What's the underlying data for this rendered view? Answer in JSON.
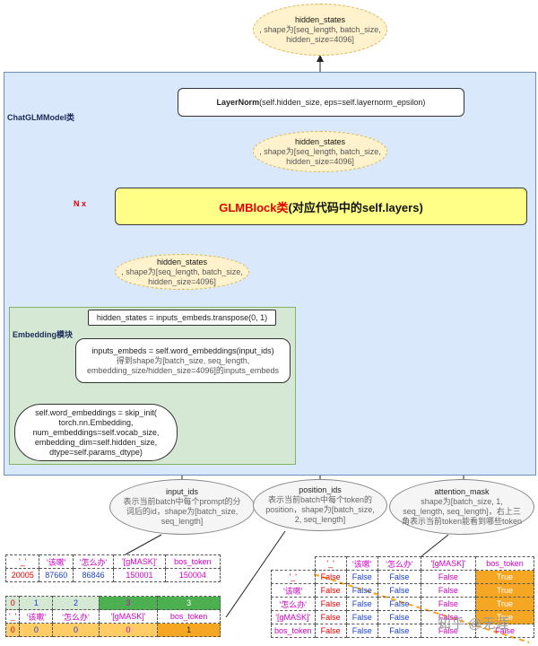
{
  "top_hidden_states": {
    "title": "hidden_states",
    "desc": ", shape为[seq_length, batch_size, hidden_size=4096]"
  },
  "model_region": {
    "title": "ChatGLMModel类"
  },
  "layernorm": {
    "bold": "LayerNorm",
    "rest": "(self.hidden_size, eps=self.layernorm_epsilon)"
  },
  "mid_hidden_states": {
    "title": "hidden_states",
    "desc": ", shape为[seq_length, batch_size, hidden_size=4096]"
  },
  "nx_label": "N x",
  "glm_block": {
    "red": "GLMBlock类",
    "rest": " (对应代码中的self.layers)"
  },
  "low_hidden_states": {
    "title": "hidden_states",
    "desc": ", shape为[seq_length, batch_size, hidden_size=4096]"
  },
  "embedding_region": {
    "title": "Embedding模块"
  },
  "transpose_box": "hidden_states = inputs_embeds.transpose(0, 1)",
  "inputs_embeds_box": {
    "line1": "inputs_embeds = self.word_embeddings(input_ids)",
    "line2": "得到shape为[batch_size, seq_length, embedding_size/hidden_size=4096]的inputs_embeds"
  },
  "word_embeddings_box": "self.word_embeddings = skip_init( torch.nn.Embedding, num_embeddings=self.vocab_size, embedding_dim=self.hidden_size, dtype=self.params_dtype)",
  "input_ids": {
    "title": "input_ids",
    "desc": "表示当前batch中每个prompt的分词后的id，shape为[batch_size, seq_length]"
  },
  "position_ids": {
    "title": "position_ids",
    "desc": "表示当前batch中每个token的position，shape为[batch_size, 2, seq_length]"
  },
  "attention_mask": {
    "title": "attention_mask",
    "desc": "shape为[batch_size, 1, seq_length, seq_length]，右上三角表示当前token能看到哪些token"
  },
  "ids_table": {
    "tokens": [
      "'_'",
      "'该嗽'",
      "'怎么办'",
      "'[gMASK]'",
      "bos_token"
    ],
    "ids": [
      "20005",
      "87660",
      "86846",
      "150001",
      "150004"
    ]
  },
  "pos_table": {
    "row1": [
      "0",
      "1",
      "2",
      "3",
      "3"
    ],
    "tokens": [
      "'_'",
      "'该嗽'",
      "'怎么办'",
      "'[gMASK]'",
      "bos_token"
    ],
    "row2": [
      "0",
      "0",
      "0",
      "0",
      "1"
    ]
  },
  "mask_table": {
    "header": [
      "'_'",
      "'该嗽'",
      "'怎么办'",
      "'[gMASK]'",
      "bos_token"
    ],
    "rows": [
      {
        "label": "'_'",
        "cells": [
          "False",
          "False",
          "False",
          "False",
          "True"
        ]
      },
      {
        "label": "'该嗽'",
        "cells": [
          "False",
          "False",
          "False",
          "False",
          "True"
        ]
      },
      {
        "label": "'怎么办'",
        "cells": [
          "False",
          "False",
          "False",
          "False",
          "True"
        ]
      },
      {
        "label": "'[gMASK]'",
        "cells": [
          "False",
          "False",
          "False",
          "False",
          "True"
        ]
      },
      {
        "label": "bos_token",
        "cells": [
          "False",
          "False",
          "False",
          "False",
          "False"
        ]
      }
    ]
  },
  "watermark": "知乎 @无涯"
}
